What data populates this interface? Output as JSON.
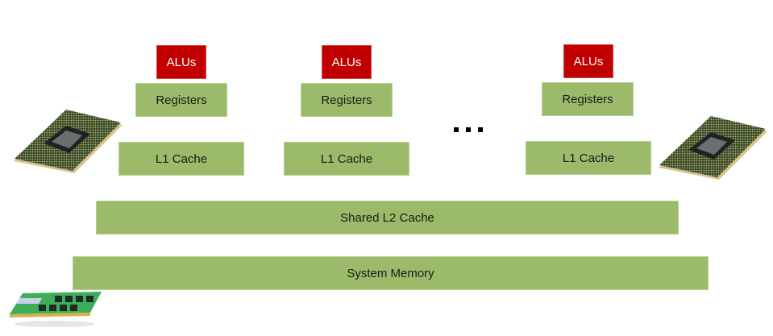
{
  "cores": [
    {
      "alu": "ALUs",
      "registers": "Registers",
      "l1": "L1 Cache"
    },
    {
      "alu": "ALUs",
      "registers": "Registers",
      "l1": "L1 Cache"
    },
    {
      "alu": "ALUs",
      "registers": "Registers",
      "l1": "L1 Cache"
    }
  ],
  "ellipsis": "...",
  "shared_l2": "Shared L2 Cache",
  "system_memory": "System Memory",
  "images": {
    "cpu_left": "cpu-chip",
    "cpu_right": "cpu-chip",
    "ram": "ram-module"
  },
  "colors": {
    "alu": "#c00000",
    "cache": "#9bbb6a"
  }
}
